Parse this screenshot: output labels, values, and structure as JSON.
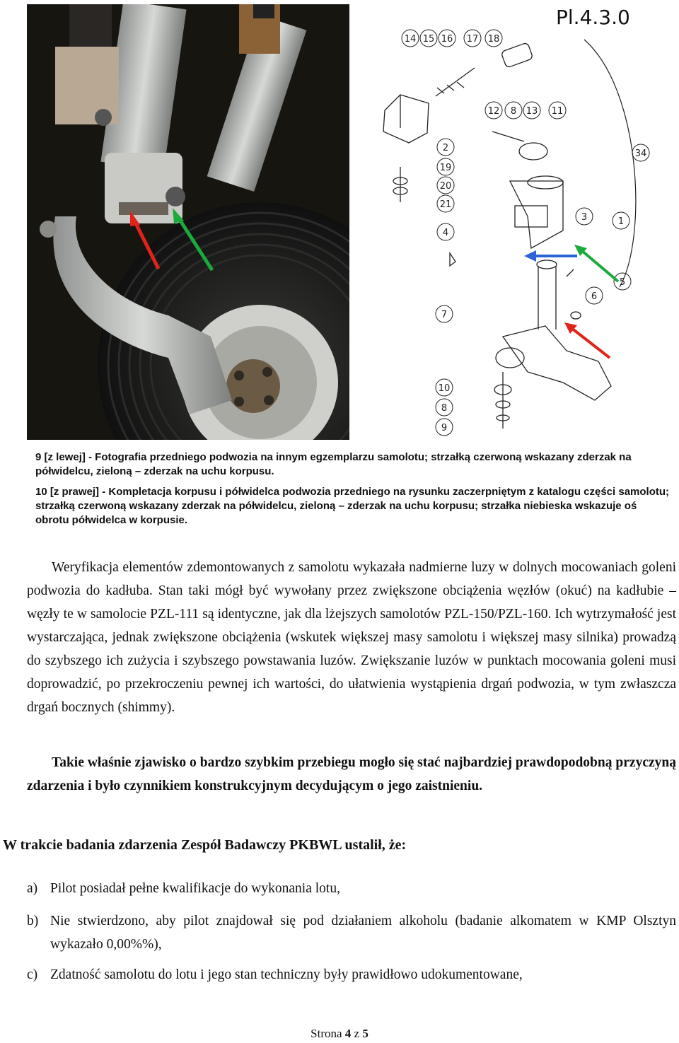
{
  "figure": {
    "photo_alt": "Fotografia przedniego podwozia",
    "drawing_plate": "Pl.4.3.0",
    "part_numbers_top": [
      "14",
      "15",
      "16",
      "17",
      "18"
    ],
    "part_numbers_mid": [
      "12",
      "8",
      "13",
      "11"
    ],
    "part_numbers_left": [
      "2",
      "19",
      "20",
      "21",
      "4"
    ],
    "part_numbers_right": [
      "34",
      "3",
      "1",
      "5",
      "6"
    ],
    "part_numbers_bottom": [
      "7",
      "10",
      "8",
      "9"
    ],
    "arrow_colors": {
      "red": "#e0241b",
      "green": "#1bab3c",
      "blue": "#2c63d6"
    }
  },
  "captions": {
    "fig9": "9 [z lewej] - Fotografia przedniego podwozia na innym egzemplarzu samolotu; strzałką czerwoną wskazany zderzak na półwidelcu, zieloną – zderzak na uchu korpusu.",
    "fig10": "10 [z prawej] - Kompletacja korpusu i półwidelca podwozia przedniego na rysunku zaczerpniętym z katalogu części samolotu; strzałką czerwoną wskazany zderzak na półwidelcu, zieloną – zderzak na uchu korpusu; strzałka niebieska wskazuje oś obrotu półwidelca w korpusie."
  },
  "body": {
    "paragraph1": "Weryfikacja elementów zdemontowanych z samolotu wykazała nadmierne luzy w dolnych mocowaniach goleni podwozia do kadłuba. Stan taki mógł być wywołany przez zwiększone obciążenia węzłów (okuć) na kadłubie – węzły te w samolocie PZL-111 są identyczne, jak dla lżejszych samolotów PZL-150/PZL-160. Ich wytrzymałość jest wystarczająca, jednak zwiększone obciążenia (wskutek większej masy samolotu i większej masy silnika) prowadzą do szybszego ich zużycia i szybszego powstawania luzów. Zwiększanie luzów w punktach mocowania goleni musi doprowadzić, po przekroczeniu pewnej ich wartości, do ułatwienia wystąpienia drgań podwozia, w tym zwłaszcza drgań bocznych (shimmy).",
    "paragraph2": "Takie właśnie zjawisko o bardzo szybkim przebiegu mogło się stać najbardziej prawdopodobną przyczyną zdarzenia i było czynnikiem konstrukcyjnym decydującym o jego zaistnieniu.",
    "heading": "W trakcie badania zdarzenia Zespół Badawczy PKBWL ustalił, że:",
    "findings": [
      {
        "label": "a)",
        "text": "Pilot posiadał pełne kwalifikacje do wykonania lotu,"
      },
      {
        "label": "b)",
        "text": "Nie stwierdzono, aby pilot znajdował się pod działaniem alkoholu (badanie alkomatem w KMP Olsztyn wykazało 0,00%%),"
      },
      {
        "label": "c)",
        "text": "Zdatność samolotu do lotu i jego stan techniczny były prawidłowo udokumentowane,"
      }
    ]
  },
  "footer": {
    "prefix": "Strona",
    "page": "4",
    "sep": "z",
    "total": "5"
  }
}
